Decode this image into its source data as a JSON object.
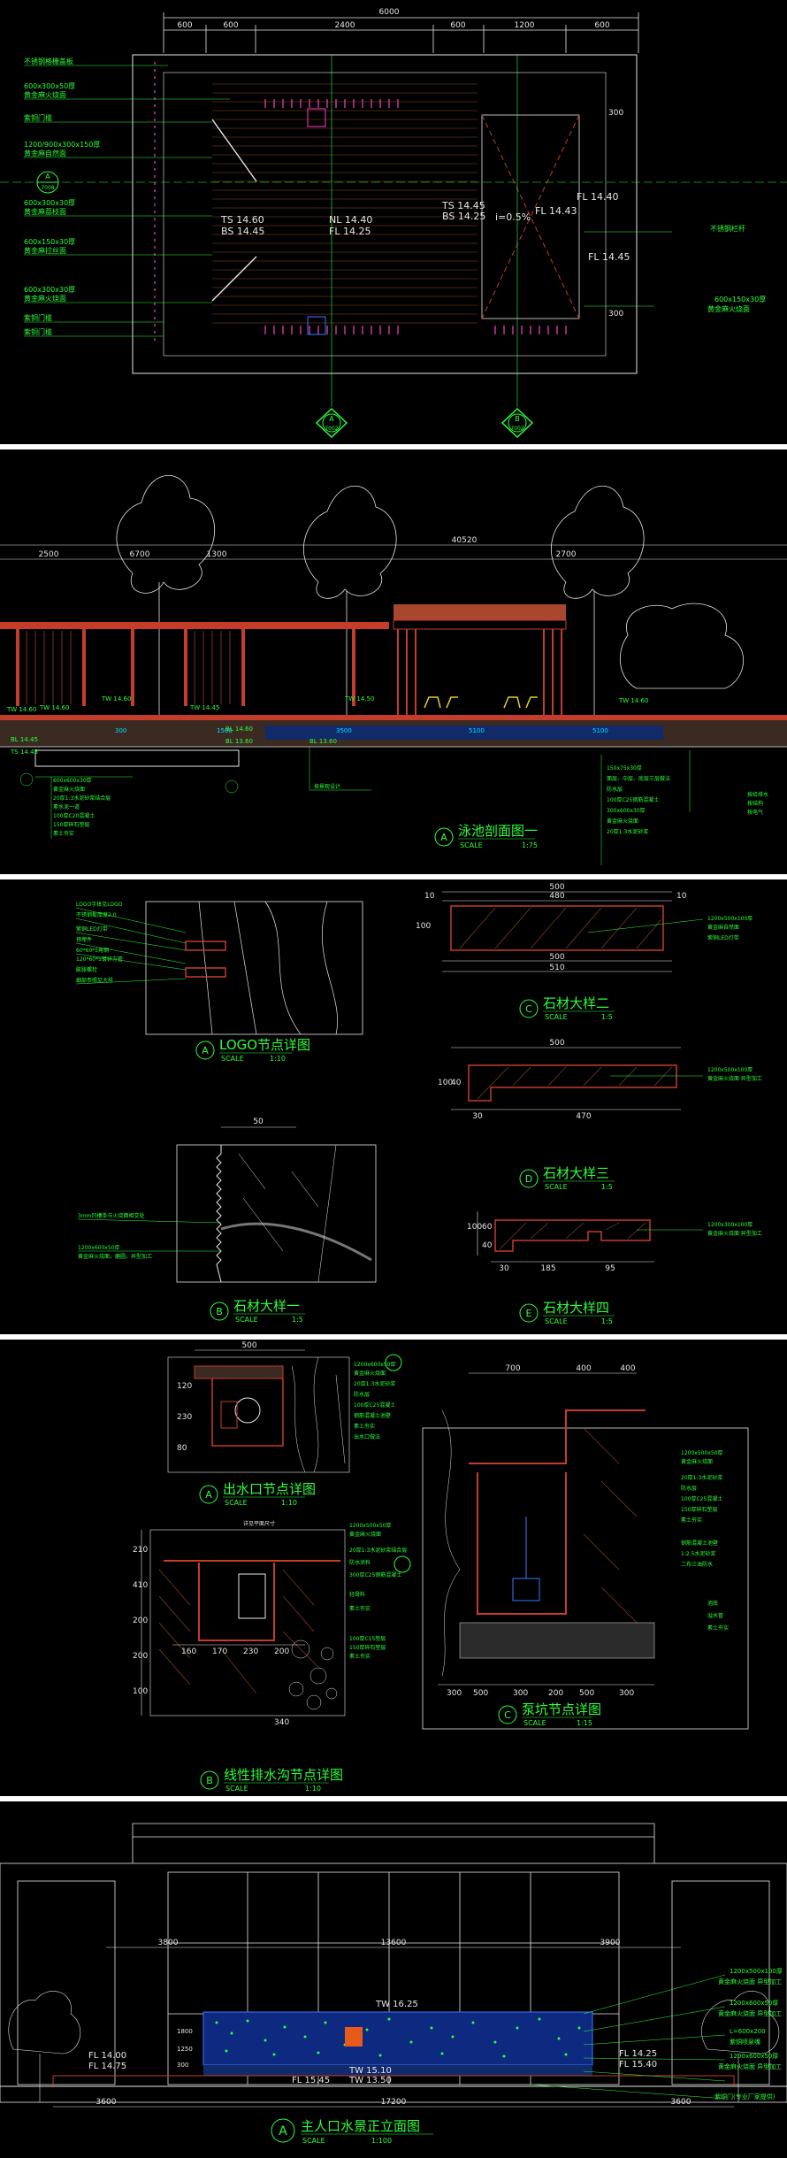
{
  "panel1": {
    "dims_top": [
      "6000",
      "600",
      "600",
      "2400",
      "600",
      "1200",
      "600"
    ],
    "dims_right": [
      "300",
      "300"
    ],
    "left_labels": [
      "不锈钢格栅盖板",
      "600x300x50厚",
      "黄金麻火烧面",
      "紫铜门槛",
      "1200/900x300x150厚",
      "黄金麻自然面",
      "600x300x30厚",
      "黄金麻荔枝面",
      "600x150x30厚",
      "黄金麻拉丝面",
      "600x300x30厚",
      "黄金麻火烧面",
      "紫铜门槛",
      "紫铜门槛"
    ],
    "right_labels": [
      "不锈钢栏杆",
      "600x150x30厚",
      "黄金麻火烧面"
    ],
    "levels": [
      "TS 14.60",
      "BS 14.45",
      "NL 14.40",
      "FL 14.25",
      "TS 14.45",
      "BS 14.25",
      "i=0.5%",
      "FL 14.43",
      "FL 14.40",
      "FL 14.45"
    ],
    "section_markers": [
      "A",
      "B"
    ],
    "marker_sub": [
      "7008",
      "7002",
      "7002"
    ]
  },
  "panel2": {
    "dims": [
      "2500",
      "6700",
      "1300",
      "40520",
      "2700"
    ],
    "levels": [
      "TW 14.60",
      "TW 14.60",
      "TW 14.60",
      "TW 14.45",
      "TW 14.50",
      "BL 14.60",
      "BL 13.60",
      "BL 13.60",
      "TS 14.45",
      "BL 14.45",
      "TW 14.60"
    ],
    "bottom_dims": [
      "300",
      "1500",
      "5100",
      "3500",
      "5100"
    ],
    "notes_left": [
      "600x600x30厚",
      "黄金麻火烧面",
      "20厚1:3水泥砂浆结合层",
      "素水泥一道",
      "100厚C20混凝土",
      "150厚碎石垫层",
      "素土夯实"
    ],
    "notes_mid": [
      "按景观设计"
    ],
    "notes_right": [
      "150x75x30厚",
      "面层、中层、底层三层做法",
      "防水层",
      "100厚C25钢筋混凝土",
      "300x600x30厚",
      "黄金麻火烧面",
      "20厚1:3水泥砂浆"
    ],
    "notes_right2": [
      "按给排水",
      "按结构",
      "按电气"
    ],
    "title_letter": "A",
    "title": "泳池剖面图一",
    "scale_label": "SCALE",
    "scale": "1:75"
  },
  "panel3": {
    "logo_notes": [
      "LOGO字体见LOGO",
      "不锈钢板厚度2.0",
      "紫铜LED灯带",
      "预埋件",
      "60*60*5角钢",
      "120*60*5镀锌方管",
      "膨胀螺栓",
      "细部参照见大样"
    ],
    "logo_title_letter": "A",
    "logo_title": "LOGO节点详图",
    "logo_scale": "1:10",
    "b_dim": "50",
    "b_notes": [
      "3mm凹槽条与火烧面相交处",
      "1200x600x50厚",
      "黄金麻火烧面，磨圆，异型加工"
    ],
    "b_title_letter": "B",
    "b_title": "石材大样一",
    "b_scale": "1:5",
    "c_dims": [
      "500",
      "480",
      "10",
      "10",
      "100",
      "500",
      "510"
    ],
    "c_notes": [
      "1200x500x100厚",
      "黄金麻自然面",
      "紫铜LED灯带"
    ],
    "c_title_letter": "C",
    "c_title": "石材大样二",
    "c_scale": "1:5",
    "d_dims": [
      "500",
      "100",
      "40",
      "30",
      "470"
    ],
    "d_notes": [
      "1200x500x100厚",
      "黄金麻火烧面 异型加工"
    ],
    "d_title_letter": "D",
    "d_title": "石材大样三",
    "d_scale": "1:5",
    "e_dims": [
      "30",
      "185",
      "95",
      "100",
      "60",
      "40"
    ],
    "e_notes": [
      "1200x300x100厚",
      "黄金麻火烧面 异型加工"
    ],
    "e_title_letter": "E",
    "e_title": "石材大样四",
    "e_scale": "1:5",
    "scale_label": "SCALE"
  },
  "panel4": {
    "a_dims": [
      "500",
      "120",
      "230",
      "80"
    ],
    "a_notes": [
      "1200x600x50厚",
      "黄金麻火烧面",
      "20厚1:3水泥砂浆",
      "防水层",
      "100厚C25混凝土",
      "钢筋混凝土池壁",
      "素土夯实",
      "出水口做法"
    ],
    "a_title_letter": "A",
    "a_title": "出水口节点详图",
    "a_title_scale": "1:10",
    "b_top": "详见平面尺寸",
    "b_dims_left": [
      "210",
      "410",
      "200",
      "200",
      "100"
    ],
    "b_dims_bottom": [
      "160",
      "170",
      "230",
      "200",
      "340"
    ],
    "b_notes": [
      "1200x500x50厚",
      "黄金麻火烧面",
      "20厚1:3水泥砂浆结合层",
      "防水涂料",
      "300厚C25钢筋混凝土",
      "轻骨料",
      "素土夯实",
      "100厚C15垫层",
      "150厚碎石垫层",
      "素土夯实"
    ],
    "b_title_letter": "B",
    "b_title": "线性排水沟节点详图",
    "b_scale": "1:10",
    "c_dims_top": [
      "700",
      "400",
      "400"
    ],
    "c_dims_bottom": [
      "300",
      "500",
      "300",
      "200",
      "500",
      "300"
    ],
    "c_notes": [
      "1200x500x50厚",
      "黄金麻火烧面",
      "20厚1:3水泥砂浆",
      "防水层",
      "100厚C25混凝土",
      "150厚碎石垫层",
      "素土夯实",
      "钢筋混凝土池壁",
      "1:2.5水泥砂浆",
      "二布三油防水",
      "池底",
      "溢水管",
      "素土夯实"
    ],
    "c_title_letter": "C",
    "c_title": "泵坑节点详图",
    "c_scale": "1:15",
    "scale_label": "SCALE"
  },
  "panel5": {
    "dims_top": [
      "3800",
      "13600",
      "3900"
    ],
    "levels": [
      "TW 16.25",
      "FL 14.00",
      "FL 14.75",
      "TW 15.10",
      "TW 13.50",
      "FL 15.45",
      "FL 14.25",
      "FL 15.40"
    ],
    "left_dims": [
      "1800",
      "1250",
      "300"
    ],
    "dims_bottom": [
      "3600",
      "17200",
      "3600"
    ],
    "notes": [
      "1200x500x100厚",
      "黄金麻火烧面 异型加工",
      "1200x600x50厚",
      "黄金麻火烧面 异型加工",
      "L=600x200",
      "紫铜喷泉嘴",
      "1200x600x50厚",
      "黄金麻火烧面 异型加工",
      "紫铜门(专业厂家提供)"
    ],
    "title_letter": "A",
    "title": "主人口水景正立面图",
    "scale_label": "SCALE",
    "scale": "1:100"
  },
  "colors": {
    "background": "#000000",
    "annotation": "#2dff3a",
    "line_white": "#e6e6e6",
    "material_red": "#c43c2a",
    "dimension_cyan": "#00e0ff",
    "water": "#1a3cff",
    "separator": "#ffffff"
  }
}
